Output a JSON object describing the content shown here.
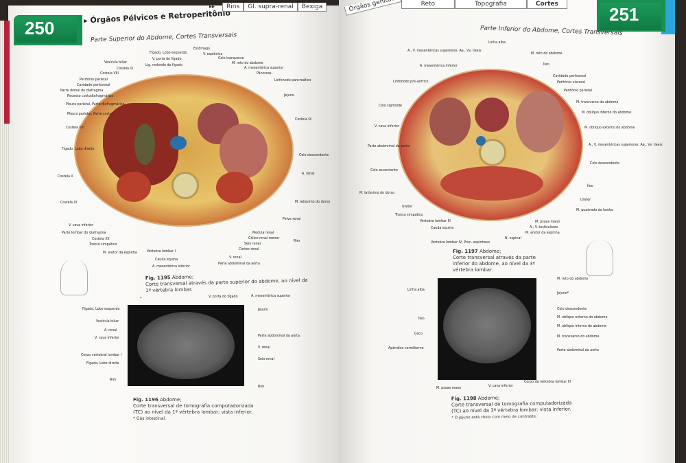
{
  "left_page": {
    "page_number": "250",
    "chapter": "▸ Órgãos Pélvicos e Retroperitônio",
    "subtitle": "Parte Superior do Abdome, Cortes Transversais",
    "nav_tabs": [
      "Rins",
      "Gl. supra-renal",
      "Bexiga"
    ],
    "fig1195": {
      "num": "Fig. 1195",
      "title": "Abdome;",
      "text": "Corte transversal através da parte superior do abdome, ao nível da 1ª vértebra lombar."
    },
    "fig1195_labels": [
      "Fígado, Lobo esquerdo",
      "V. porta do fígado",
      "Lig. redondo do fígado",
      "Vesícula biliar",
      "Costela IX",
      "Costela VIII",
      "Peritônio parietal",
      "Cavidade peritoneal",
      "Parte dorsal do diafragma",
      "Recesso costodiafragmático",
      "Pleura parietal, Parte diafragmática",
      "Pleura parietal, Parte costal",
      "Costela VIII",
      "Fígado, Lobo direito",
      "Costela X",
      "Costela XI",
      "V. cava inferior",
      "Parte lombar do diafragma",
      "Costela XII",
      "Tronco simpático",
      "M. eretor da espinha",
      "Vértebra lombar I",
      "Cauda equina",
      "A. mesentérica inferior",
      "Estômago",
      "V. esplênica",
      "Colo transverso",
      "M. reto do abdome",
      "A. mesentérica superior",
      "Pâncreas",
      "Linfonodo pancreático",
      "Jejuno",
      "Costela IX",
      "Colo descendente",
      "A. renal",
      "M. latíssimo do dorso",
      "Pelve renal",
      "Medula renal",
      "Cálice renal menor",
      "Seio renal",
      "Córtex renal",
      "V. renal",
      "Parte abdominal da aorta",
      "Rim"
    ],
    "fig1196": {
      "num": "Fig. 1196",
      "title": "Abdome;",
      "text": "Corte transversal de tomografia computadorizada (TC) ao nível da 1ª vértebra lombar; vista inferior.",
      "note": "* Gás intestinal."
    },
    "fig1196_labels": [
      "*",
      "V. porta do fígado",
      "A. mesentérica superior",
      "Fígado, Lobo esquerdo",
      "Jejuno",
      "Vesícula biliar",
      "A. renal",
      "V. cava inferior",
      "Parte abdominal da aorta",
      "V. renal",
      "Corpo vertebral lombar I",
      "Seio renal",
      "Fígado, Lobo direito",
      "Rim",
      "Rim"
    ]
  },
  "right_page": {
    "page_number": "251",
    "subtitle": "Parte Inferior do Abdome, Cortes Transversais",
    "nav_tabs": [
      "Órgãos genitais",
      "Reto",
      "Topografia",
      "Cortes"
    ],
    "active_tab": "Cortes",
    "fig1197": {
      "num": "Fig. 1197",
      "title": "Abdome;",
      "text": "Corte transversal através da parte inferior do abdome, ao nível da 3ª vértebra lombar."
    },
    "fig1197_labels": [
      "Linha alba",
      "A., V. mesentéricas superiores, Aa., Vv. ileais",
      "M. reto do abdome",
      "A. mesentérica inferior",
      "Íleo",
      "Cavidade peritoneal",
      "Peritônio visceral",
      "Linfonodo pré-aórtico",
      "Peritônio parietal",
      "Colo sigmoide",
      "M. transverso do abdome",
      "M. oblíquo interno do abdome",
      "V. cava inferior",
      "M. oblíquo externo do abdome",
      "Parte abdominal da aorta",
      "A., V. mesentéricas superiores, Aa., Vv. ileais",
      "Colo ascendente",
      "Colo descendente",
      "M. latíssimo do dorso",
      "Íleo",
      "Ureter",
      "Ureter",
      "Tronco simpático",
      "M. quadrado do lombo",
      "Vértebra lombar III",
      "M. psoas maior",
      "Cauda equina",
      "A., V. testiculares",
      "M. eretor da espinha",
      "N. espinal",
      "Vértebra lombar IV, Proc. espinhoso"
    ],
    "fig1198": {
      "num": "Fig. 1198",
      "title": "Abdome;",
      "text": "Corte transversal de tomografia computadorizada (TC) ao nível da 3ª vértebra lombar; vista inferior.",
      "note": "* O jejuno está cheio com meio de contraste."
    },
    "fig1198_labels": [
      "M. reto do abdome",
      "Linha alba",
      "Jejuno*",
      "Colo descendente",
      "Íleo",
      "M. oblíquo externo do abdome",
      "M. oblíquo interno do abdome",
      "Ceco",
      "M. transverso do abdome",
      "Apêndice vermiforme",
      "Parte abdominal da aorta",
      "M. psoas maior",
      "V. cava inferior",
      "Corpo da vértebra lombar III"
    ]
  },
  "colors": {
    "accent_green": "#1a8f52",
    "red_tab": "#b8223a",
    "blue_tab": "#2aa7d8"
  }
}
